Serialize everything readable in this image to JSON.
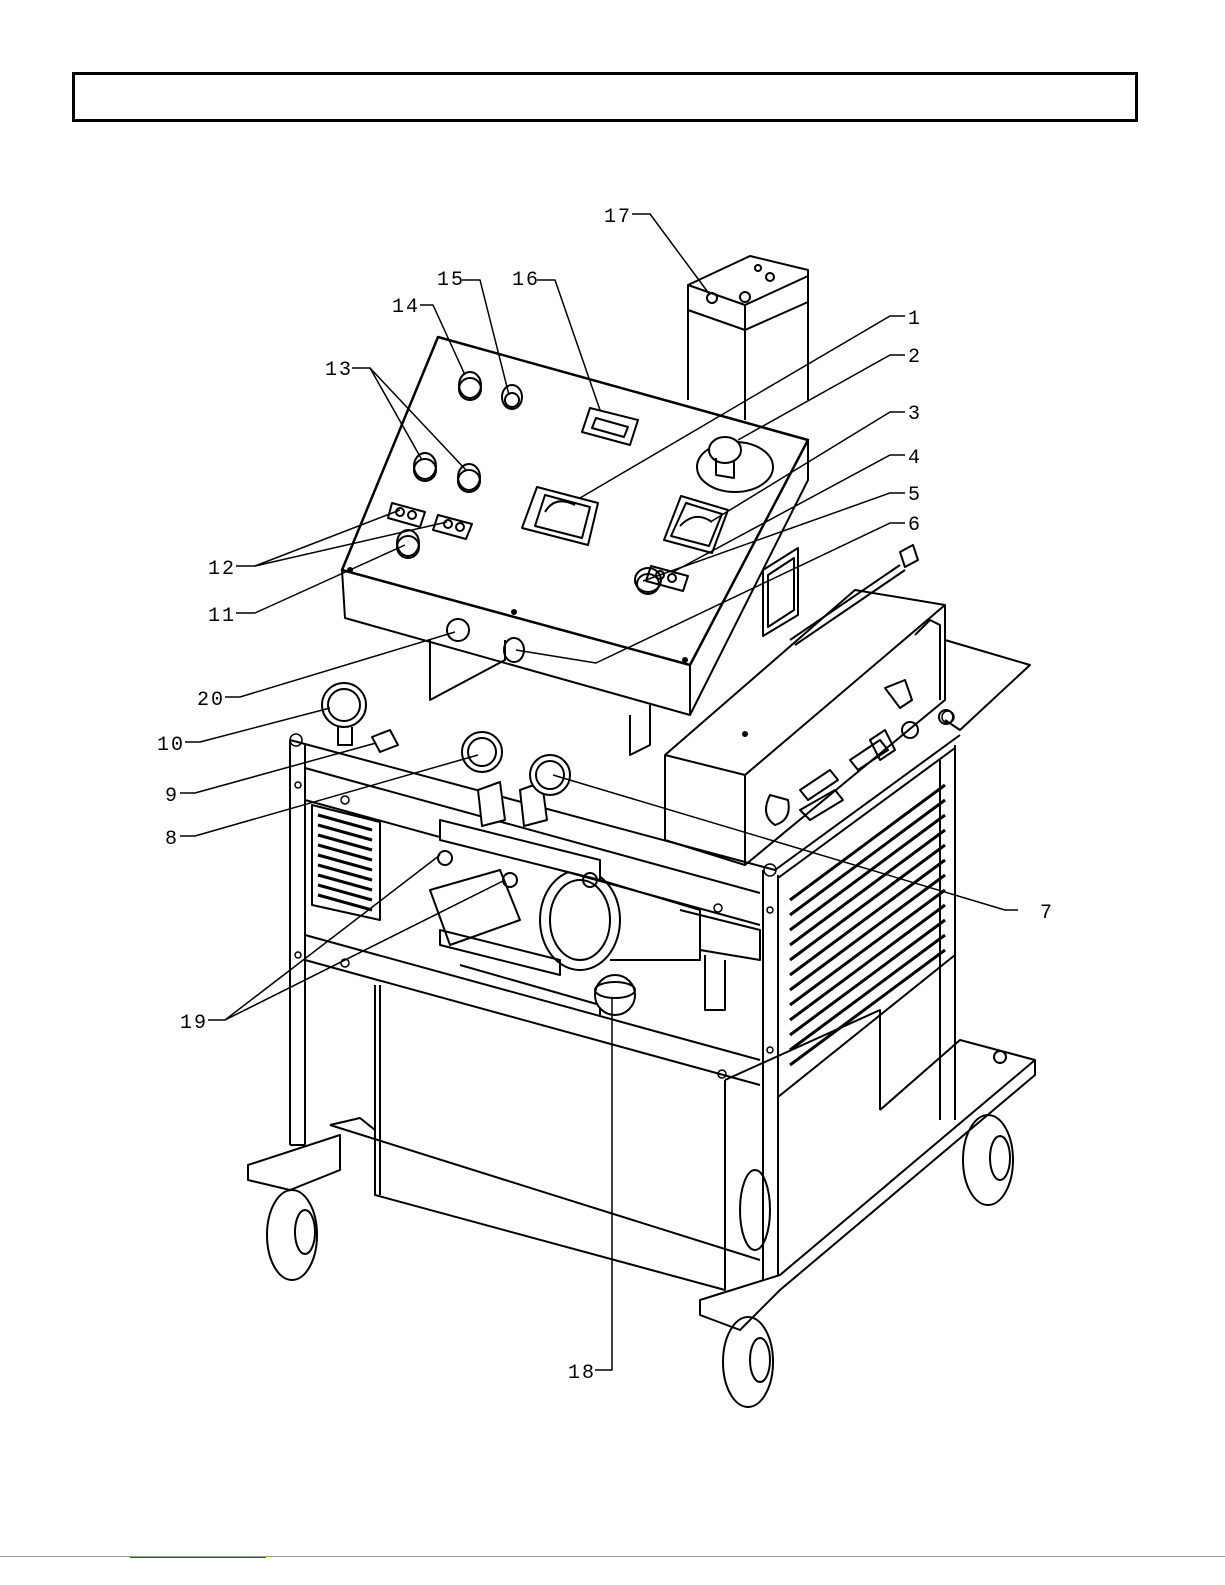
{
  "header": {
    "title": ""
  },
  "callouts": [
    {
      "id": "c1",
      "label": "1"
    },
    {
      "id": "c2",
      "label": "2"
    },
    {
      "id": "c3",
      "label": "3"
    },
    {
      "id": "c4",
      "label": "4"
    },
    {
      "id": "c5",
      "label": "5"
    },
    {
      "id": "c6",
      "label": "6"
    },
    {
      "id": "c7",
      "label": "7"
    },
    {
      "id": "c8",
      "label": "8"
    },
    {
      "id": "c9",
      "label": "9"
    },
    {
      "id": "c10",
      "label": "10"
    },
    {
      "id": "c11",
      "label": "11"
    },
    {
      "id": "c12",
      "label": "12"
    },
    {
      "id": "c13",
      "label": "13"
    },
    {
      "id": "c14",
      "label": "14"
    },
    {
      "id": "c15",
      "label": "15"
    },
    {
      "id": "c16",
      "label": "16"
    },
    {
      "id": "c17",
      "label": "17"
    },
    {
      "id": "c18",
      "label": "18"
    },
    {
      "id": "c19",
      "label": "19"
    },
    {
      "id": "c20",
      "label": "20"
    }
  ],
  "colors": {
    "line": "#000000",
    "fill": "#ffffff",
    "grille": "#111111"
  }
}
